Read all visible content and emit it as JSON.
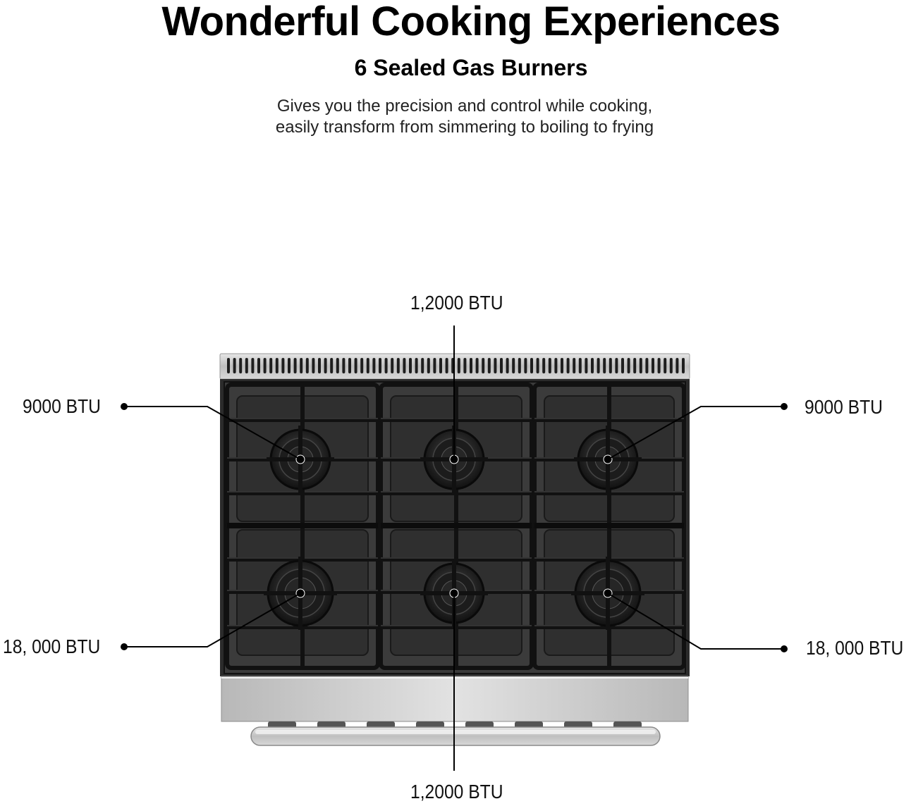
{
  "title": "Wonderful Cooking Experiences",
  "subtitle": "6 Sealed Gas Burners",
  "description": {
    "line1": "Gives you the precision and control while cooking,",
    "line2": "easily transform from simmering to boiling to frying"
  },
  "burners": {
    "rear_left": "9000 BTU",
    "rear_center": "1,2000 BTU",
    "rear_right": "9000 BTU",
    "front_left": "18, 000 BTU",
    "front_center": "1,2000 BTU",
    "front_right": "18, 000 BTU"
  },
  "colors": {
    "grate": "#1a1a1a",
    "cooktop": "#3a3a3a",
    "steel": "#c8c8c8",
    "callout": "#000000"
  }
}
